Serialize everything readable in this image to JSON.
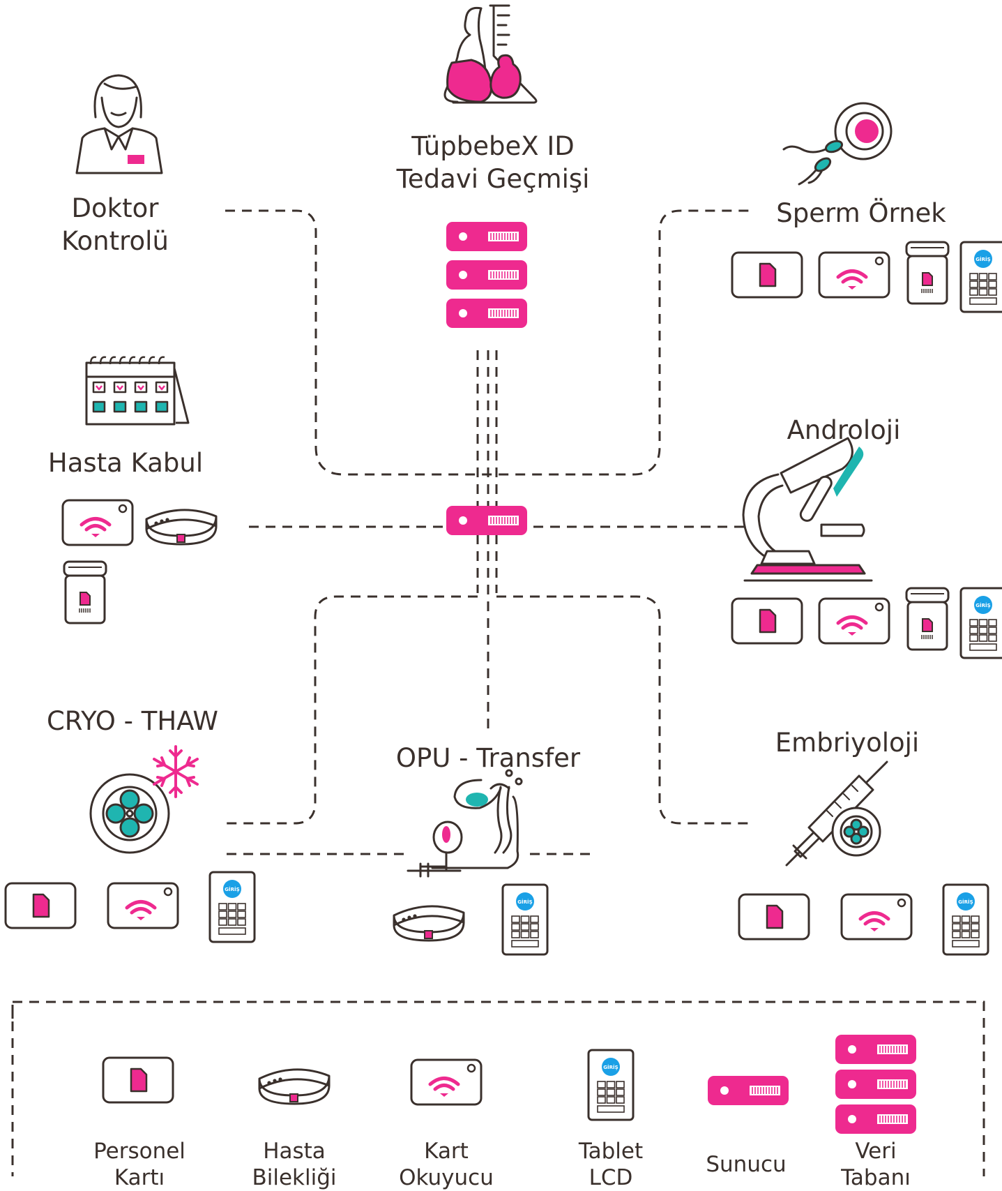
{
  "nodes": {
    "center": {
      "line1": "TüpbebeX ID",
      "line2": "Tedavi Geçmişi",
      "icon": "pregnant-woman-flask-icon"
    },
    "doctor": {
      "line1": "Doktor",
      "line2": "Kontrolü",
      "icon": "doctor-icon"
    },
    "sperm": {
      "label": "Sperm Örnek",
      "icon": "sperm-egg-icon"
    },
    "patient_intake": {
      "label": "Hasta Kabul",
      "icon": "calendar-icon"
    },
    "andrology": {
      "label": "Androloji",
      "icon": "microscope-icon"
    },
    "cryo": {
      "label": "CRYO - THAW",
      "icon": "petri-dish-snowflake-icon"
    },
    "opu": {
      "label": "OPU - Transfer",
      "icon": "uterus-syringe-icon"
    },
    "embryology": {
      "label": "Embriyoloji",
      "icon": "syringe-petri-dish-icon"
    }
  },
  "device_badge": "GİRİŞ",
  "legend": {
    "items": [
      {
        "line1": "Personel",
        "line2": "Kartı",
        "icon": "staff-card-icon"
      },
      {
        "line1": "Hasta",
        "line2": "Bilekliği",
        "icon": "wristband-icon"
      },
      {
        "line1": "Kart",
        "line2": "Okuyucu",
        "icon": "card-reader-icon"
      },
      {
        "line1": "Tablet",
        "line2": "LCD",
        "icon": "tablet-icon"
      },
      {
        "line1": "Sunucu",
        "line2": "",
        "icon": "server-icon"
      },
      {
        "line1": "Veri",
        "line2": "Tabanı",
        "icon": "database-icon"
      }
    ]
  },
  "colors": {
    "accent": "#ee2a8f",
    "teal": "#1fb5b0",
    "blue": "#1aa0e6",
    "line": "#3a302c"
  }
}
